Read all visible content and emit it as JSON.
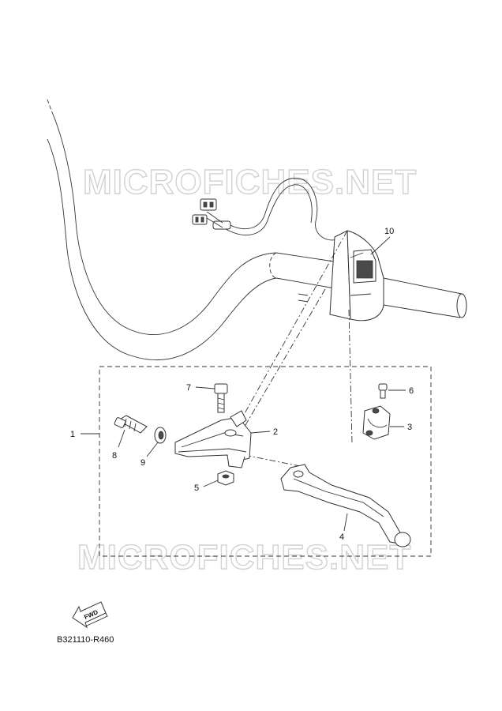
{
  "watermarks": [
    "MICROFICHES.NET",
    "MICROFICHES.NET"
  ],
  "callouts": [
    {
      "id": "1",
      "label": "1"
    },
    {
      "id": "2",
      "label": "2"
    },
    {
      "id": "3",
      "label": "3"
    },
    {
      "id": "4",
      "label": "4"
    },
    {
      "id": "5",
      "label": "5"
    },
    {
      "id": "6",
      "label": "6"
    },
    {
      "id": "7",
      "label": "7"
    },
    {
      "id": "8",
      "label": "8"
    },
    {
      "id": "9",
      "label": "9"
    },
    {
      "id": "10",
      "label": "10"
    }
  ],
  "fwd_label": "FWD",
  "diagram_code": "B321110-R460"
}
